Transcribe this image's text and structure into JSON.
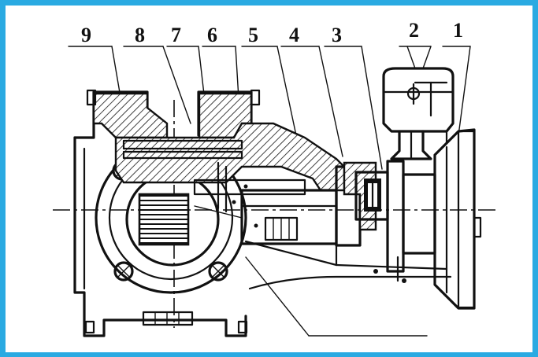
{
  "diagram": {
    "part_labels": [
      "9",
      "8",
      "7",
      "6",
      "5",
      "4",
      "3",
      "2",
      "1"
    ]
  },
  "colors": {
    "frame_border": "#2aaae2",
    "ink": "#111111",
    "background": "#ffffff"
  }
}
